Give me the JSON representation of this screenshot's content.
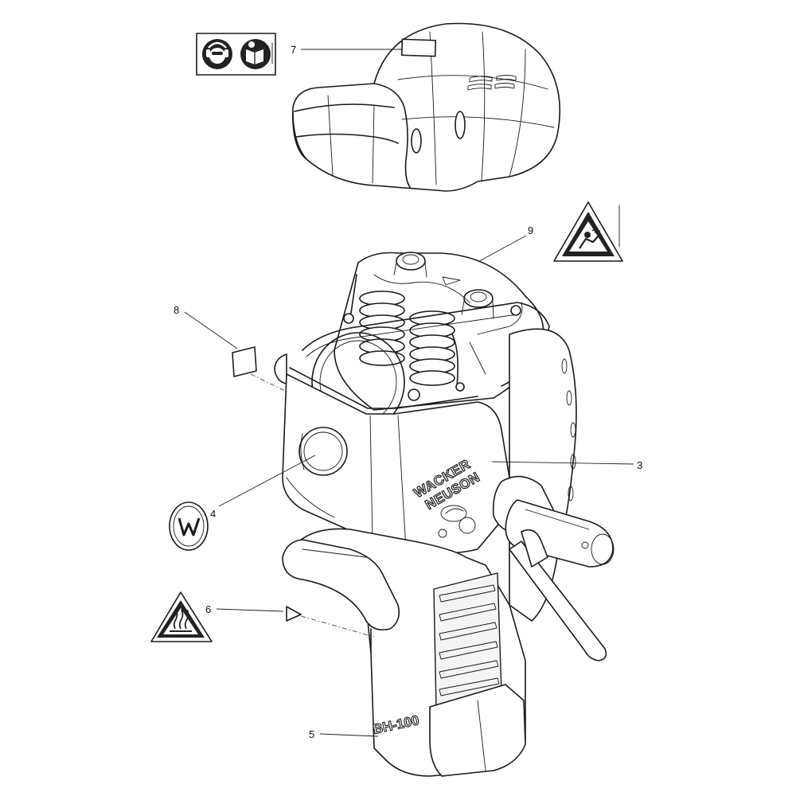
{
  "callouts": [
    {
      "id": "3",
      "label": "3"
    },
    {
      "id": "4",
      "label": "4"
    },
    {
      "id": "5",
      "label": "5"
    },
    {
      "id": "6",
      "label": "6"
    },
    {
      "id": "7",
      "label": "7"
    },
    {
      "id": "8",
      "label": "8"
    },
    {
      "id": "9",
      "label": "9"
    }
  ],
  "brand": {
    "line1": "WACKER",
    "line2": "NEUSON"
  },
  "model": "BH-100",
  "icons": {
    "decal_7": [
      "ear-eye-protection-icon",
      "read-manual-icon"
    ],
    "decal_9": "kickback-warning-icon",
    "decal_6": "hot-surface-warning-icon",
    "decal_4": "wacker-w-logo-icon"
  }
}
